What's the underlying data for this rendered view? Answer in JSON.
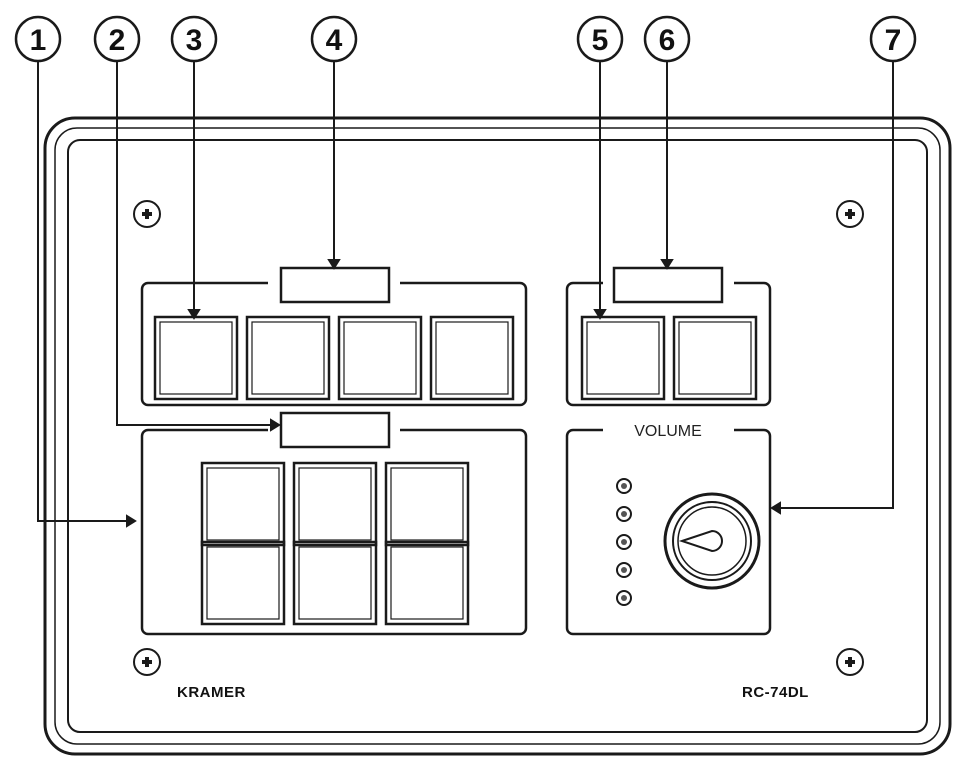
{
  "callouts": [
    {
      "label": "1"
    },
    {
      "label": "2"
    },
    {
      "label": "3"
    },
    {
      "label": "4"
    },
    {
      "label": "5"
    },
    {
      "label": "6"
    },
    {
      "label": "7"
    }
  ],
  "panel": {
    "brand": "KRAMER",
    "model": "RC-74DL",
    "volume_label": "VOLUME"
  },
  "colors": {
    "line": "#1a1a1a",
    "background": "#ffffff"
  }
}
